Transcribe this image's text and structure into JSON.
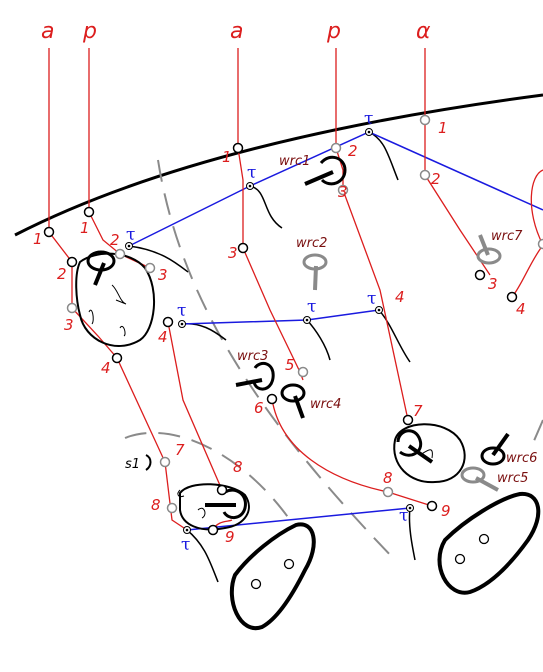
{
  "colors": {
    "red": "#dc1e1e",
    "blue": "#1a1adf",
    "wrc": "#7a1010",
    "gray": "#8a8a8a",
    "black": "#000000"
  },
  "top_labels": [
    "a",
    "p",
    "a",
    "p",
    "α"
  ],
  "node_numbers": {
    "n1": "1",
    "n2": "2",
    "n3": "3",
    "n4": "4",
    "n5": "5",
    "n6": "6",
    "n7": "7",
    "n8": "8",
    "n9": "9"
  },
  "tau": "τ",
  "wrc_labels": {
    "wrc1": "wrc1",
    "wrc2": "wrc2",
    "wrc3": "wrc3",
    "wrc4": "wrc4",
    "wrc5": "wrc5",
    "wrc6": "wrc6",
    "wrc7": "wrc7"
  },
  "s1_label": "s1",
  "icons": [
    "socket-shape",
    "peg-shape",
    "cell-outline",
    "hair-strand"
  ]
}
